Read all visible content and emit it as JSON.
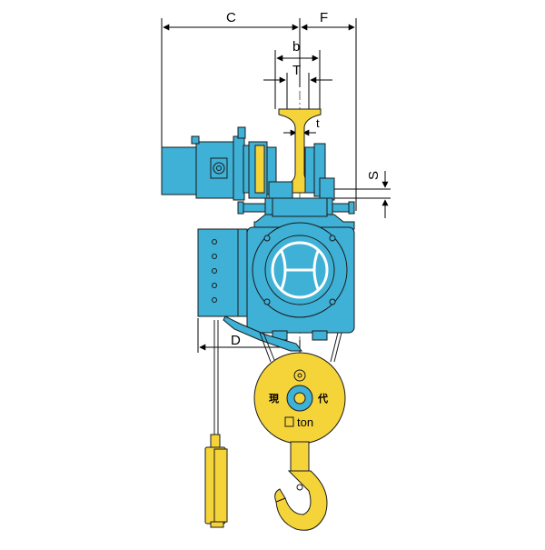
{
  "dimensions": {
    "c": "C",
    "f": "F",
    "b": "b",
    "t_upper": "T",
    "t_lower": "t",
    "s": "S",
    "d": "D"
  },
  "hook_block": {
    "left_mark": "現",
    "right_mark": "代",
    "capacity_unit": "ton"
  },
  "colors": {
    "hoist_body": "#3fb0d6",
    "rail_and_hook": "#f5d43a",
    "outline": "#1a1a1a"
  }
}
